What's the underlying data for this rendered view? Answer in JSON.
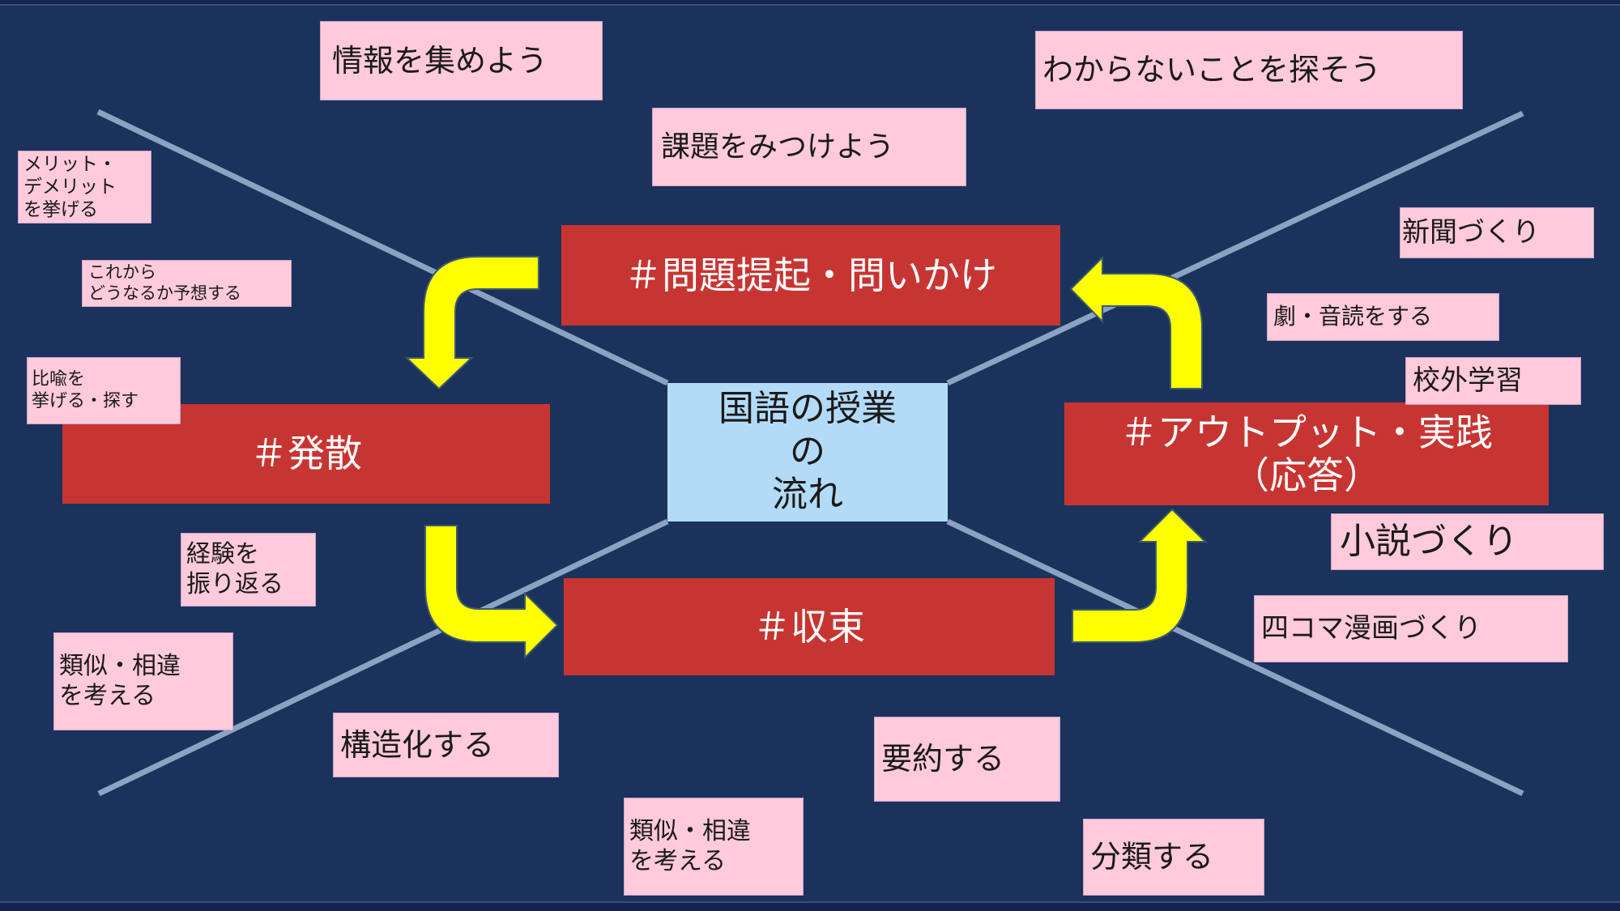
{
  "title": "国語の授業\nの\n流れ",
  "colors": {
    "background": "#1b325c",
    "stage_fill": "#c73532",
    "note_fill": "#ffcadb",
    "center_fill": "#b3dbf7",
    "arrow_fill": "#ffff00",
    "divider_line": "#8aa3c2"
  },
  "stages": {
    "question": "＃問題提起・問いかけ",
    "divergence": "＃発散",
    "convergence": "＃収束",
    "output": "＃アウトプット・実践\n（応答）"
  },
  "notes": {
    "gather_info": "情報を集めよう",
    "find_unknown": "わからないことを探そう",
    "find_task": "課題をみつけよう",
    "merit_demerit": "メリット・\nデメリット\nを挙げる",
    "predict": "これから\nどうなるか予想する",
    "metaphor": "比喩を\n挙げる・探す",
    "reflect_experience": "経験を\n振り返る",
    "similarity_left": "類似・相違\nを考える",
    "structure": "構造化する",
    "summarize": "要約する",
    "similarity_bottom": "類似・相違\nを考える",
    "classify": "分類する",
    "newspaper": "新聞づくり",
    "drama_reading": "劇・音読をする",
    "field_study": "校外学習",
    "novel": "小説づくり",
    "four_panel_manga": "四コマ漫画づくり"
  }
}
